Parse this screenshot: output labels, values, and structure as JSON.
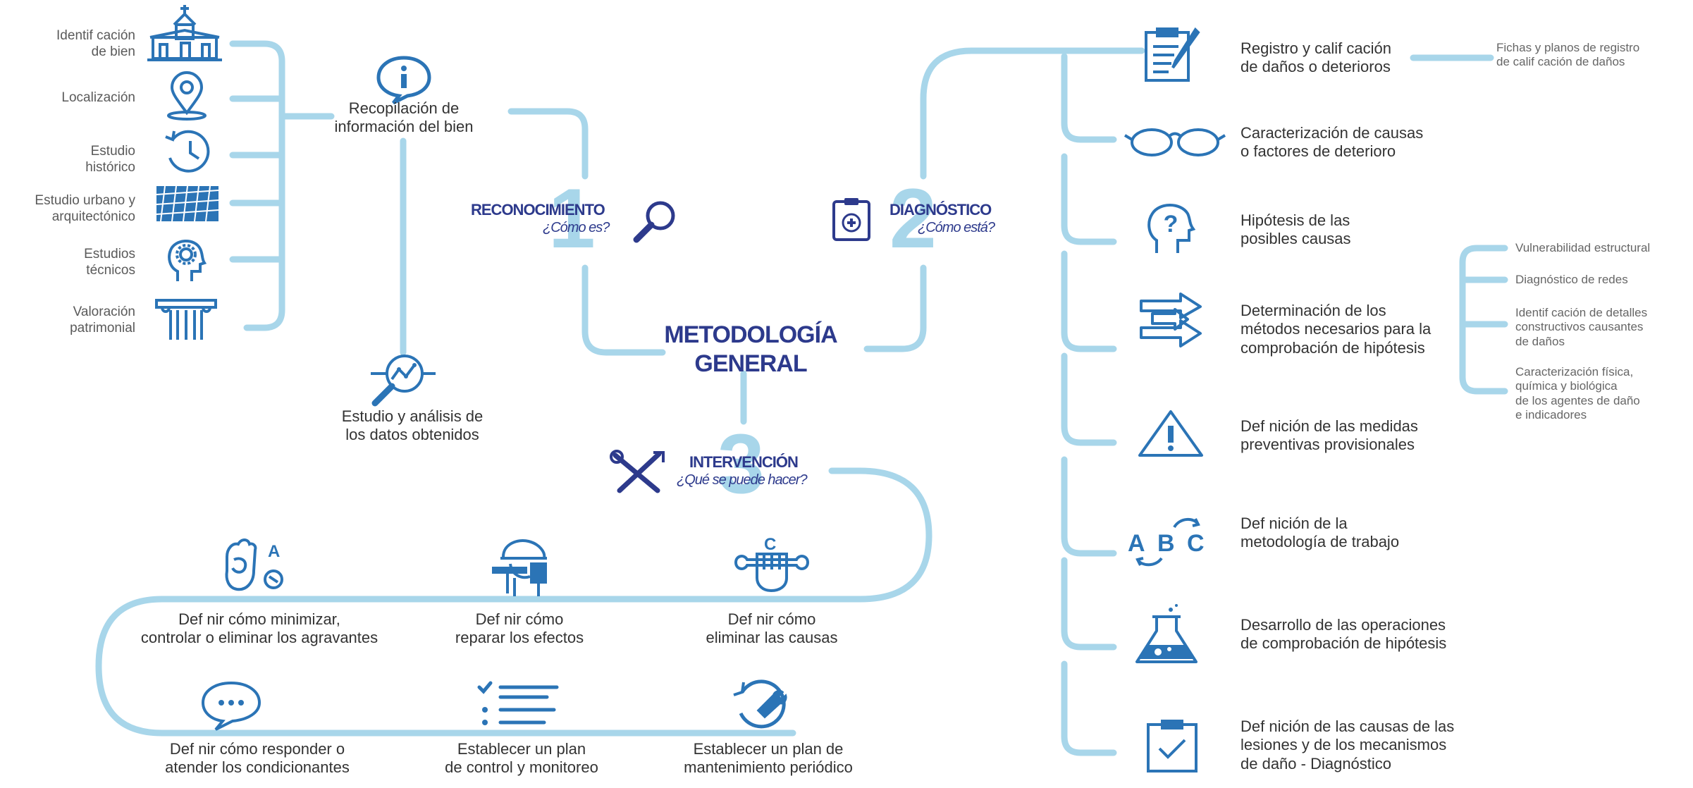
{
  "colors": {
    "line": "#a8d6ea",
    "navy": "#2d3a8c",
    "blue": "#2b74b6",
    "text": "#333333"
  },
  "center": {
    "line1": "METODOLOGÍA",
    "line2": "GENERAL"
  },
  "stages": {
    "reconocimiento": {
      "number": "1",
      "title": "RECONOCIMIENTO",
      "question": "¿Cómo es?"
    },
    "diagnostico": {
      "number": "2",
      "title": "DIAGNÓSTICO",
      "question": "¿Cómo está?"
    },
    "intervencion": {
      "number": "3",
      "title": "INTERVENCIÓN",
      "question": "¿Qué se puede hacer?"
    }
  },
  "recon": {
    "items": [
      {
        "l1": "Identif cación",
        "l2": "de bien",
        "icon": "church-icon"
      },
      {
        "l1": "Localización",
        "l2": "",
        "icon": "location-pin-icon"
      },
      {
        "l1": "Estudio",
        "l2": "histórico",
        "icon": "history-clock-icon"
      },
      {
        "l1": "Estudio urbano y",
        "l2": "arquitectónico",
        "icon": "city-grid-icon"
      },
      {
        "l1": "Estudios",
        "l2": "técnicos",
        "icon": "head-gear-icon"
      },
      {
        "l1": "Valoración",
        "l2": "patrimonial",
        "icon": "column-icon"
      }
    ],
    "collect": {
      "l1": "Recopilación de",
      "l2": "información del bien",
      "icon": "info-bubble-icon"
    },
    "analysis": {
      "l1": "Estudio y análisis de",
      "l2": "los datos obtenidos",
      "icon": "magnifier-chart-icon"
    }
  },
  "diag": {
    "items": [
      {
        "l1": "Registro y calif cación",
        "l2": "de daños o deterioros",
        "l3": "",
        "icon": "clipboard-pen-icon"
      },
      {
        "l1": "Caracterización de causas",
        "l2": "o factores de deterioro",
        "l3": "",
        "icon": "glasses-icon"
      },
      {
        "l1": "Hipótesis de las",
        "l2": "posibles causas",
        "l3": "",
        "icon": "head-question-icon"
      },
      {
        "l1": "Determinación de los",
        "l2": "métodos necesarios para la",
        "l3": "comprobación de hipótesis",
        "icon": "arrows-icon"
      },
      {
        "l1": "Def nición de las medidas",
        "l2": "preventivas provisionales",
        "l3": "",
        "icon": "warning-icon"
      },
      {
        "l1": "Def nición de la",
        "l2": "metodología de trabajo",
        "l3": "",
        "icon": "abc-cycle-icon"
      },
      {
        "l1": "Desarrollo de las operaciones",
        "l2": "de comprobación de hipótesis",
        "l3": "",
        "icon": "flask-icon"
      },
      {
        "l1": "Def nición de las causas de las",
        "l2": "lesiones y de los mecanismos",
        "l3": "de daño - Diagnóstico",
        "icon": "clipboard-check-icon"
      }
    ],
    "note": {
      "l1": "Fichas y planos de registro",
      "l2": "de calif cación de daños"
    },
    "methods": [
      {
        "l1": "Vulnerabilidad estructural",
        "l2": "",
        "l3": "",
        "l4": ""
      },
      {
        "l1": "Diagnóstico de redes",
        "l2": "",
        "l3": "",
        "l4": ""
      },
      {
        "l1": "Identif cación de detalles",
        "l2": "constructivos causantes",
        "l3": "de daños",
        "l4": ""
      },
      {
        "l1": "Caracterización física,",
        "l2": "química y biológica",
        "l3": "de los agentes de daño",
        "l4": "e indicadores"
      }
    ]
  },
  "interv": {
    "row1": [
      {
        "l1": "Def nir cómo minimizar,",
        "l2": "controlar o eliminar los agravantes",
        "icon": "hand-a-wrench-icon",
        "badge": "A"
      },
      {
        "l1": "Def nir cómo",
        "l2": "reparar los efectos",
        "icon": "worker-roller-icon",
        "badge": ""
      },
      {
        "l1": "Def nir cómo",
        "l2": "eliminar las causas",
        "icon": "fist-wrench-icon",
        "badge": "C"
      }
    ],
    "row2": [
      {
        "l1": "Def nir cómo responder o",
        "l2": "atender los condicionantes",
        "icon": "chat-bubble-icon"
      },
      {
        "l1": "Establecer un plan",
        "l2": "de control y monitoreo",
        "icon": "checklist-icon"
      },
      {
        "l1": "Establecer un plan de",
        "l2": "mantenimiento periódico",
        "icon": "maintenance-cycle-icon"
      }
    ]
  }
}
